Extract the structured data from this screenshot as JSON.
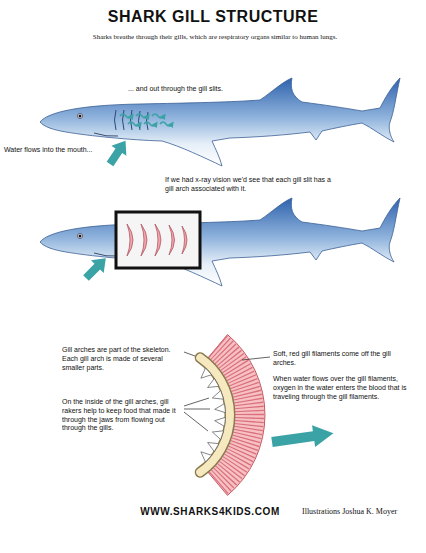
{
  "diagram": {
    "title": "SHARK GILL STRUCTURE",
    "labels": [
      "Sharks breathe through their gills, which are respiratory organs similar to human lungs.",
      "... and out through the gill slits.",
      "Water flows into the mouth...",
      "If we had x-ray vision we'd see that each gill slit has a gill arch associated with it.",
      "Gill arches are part of the skeleton. Each gill arch is made of several smaller parts.",
      "Soft, red gill filaments come off the gill arches.",
      "When water flows over the gill filaments, oxygen in the water enters the blood that is traveling through the gill filaments.",
      "On the inside of the gill arches, gill rakers help to keep food that made it through the jaws from flowing out through the gills.",
      "WWW.SHARKS4KIDS.COM",
      "Illustrations Joshua K. Moyer"
    ]
  }
}
